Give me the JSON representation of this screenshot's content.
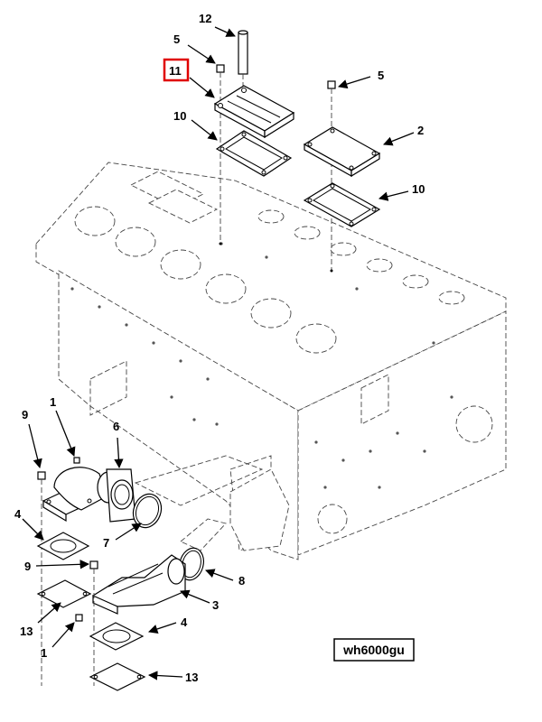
{
  "figure": {
    "id_label": "wh6000gu",
    "highlighted_callout": "11"
  },
  "callouts": [
    {
      "key": "c12a",
      "text": "12"
    },
    {
      "key": "c5a",
      "text": "5"
    },
    {
      "key": "c11a",
      "text": "11"
    },
    {
      "key": "c10a",
      "text": "10"
    },
    {
      "key": "c5b",
      "text": "5"
    },
    {
      "key": "c2a",
      "text": "2"
    },
    {
      "key": "c10b",
      "text": "10"
    },
    {
      "key": "c1a",
      "text": "1"
    },
    {
      "key": "c9a",
      "text": "9"
    },
    {
      "key": "c6a",
      "text": "6"
    },
    {
      "key": "c4a",
      "text": "4"
    },
    {
      "key": "c7a",
      "text": "7"
    },
    {
      "key": "c9b",
      "text": "9"
    },
    {
      "key": "c8a",
      "text": "8"
    },
    {
      "key": "c3a",
      "text": "3"
    },
    {
      "key": "c13a",
      "text": "13"
    },
    {
      "key": "c4b",
      "text": "4"
    },
    {
      "key": "c1b",
      "text": "1"
    },
    {
      "key": "c13b",
      "text": "13"
    }
  ],
  "colors": {
    "highlight": "#e00000",
    "line": "#000000",
    "background": "#ffffff"
  }
}
